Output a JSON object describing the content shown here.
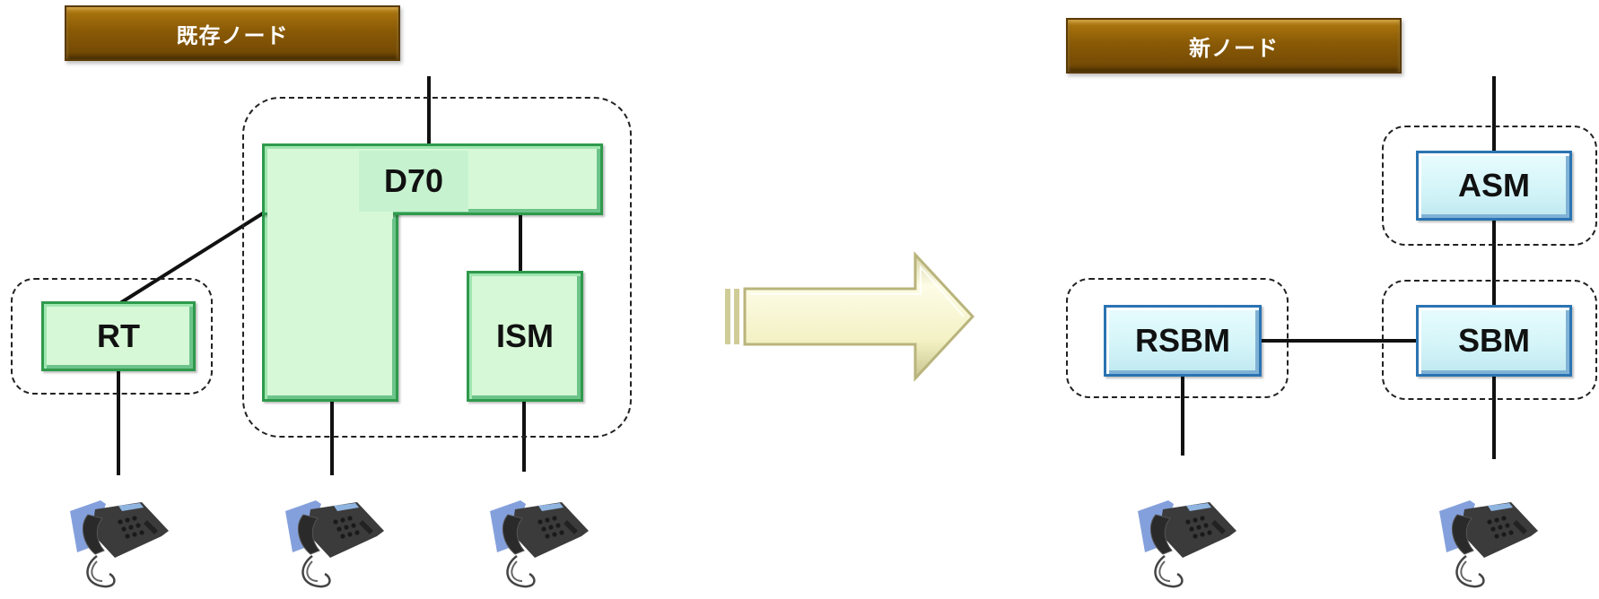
{
  "banners": {
    "existing": "既存ノード",
    "new": "新ノード"
  },
  "nodes": {
    "rt": "RT",
    "d70": "D70",
    "ism": "ISM",
    "rsbm": "RSBM",
    "asm": "ASM",
    "sbm": "SBM"
  },
  "icons": {
    "telephone": "telephone-icon",
    "arrow": "right-arrow-icon"
  },
  "colors": {
    "banner": "#8a5a06",
    "green_node_fill": "#d6f8d6",
    "green_node_border": "#2f9a4c",
    "blue_node_fill": "#d2f4f8",
    "blue_node_border": "#2a74b2",
    "arrow_fill": "#f6f5c8"
  }
}
